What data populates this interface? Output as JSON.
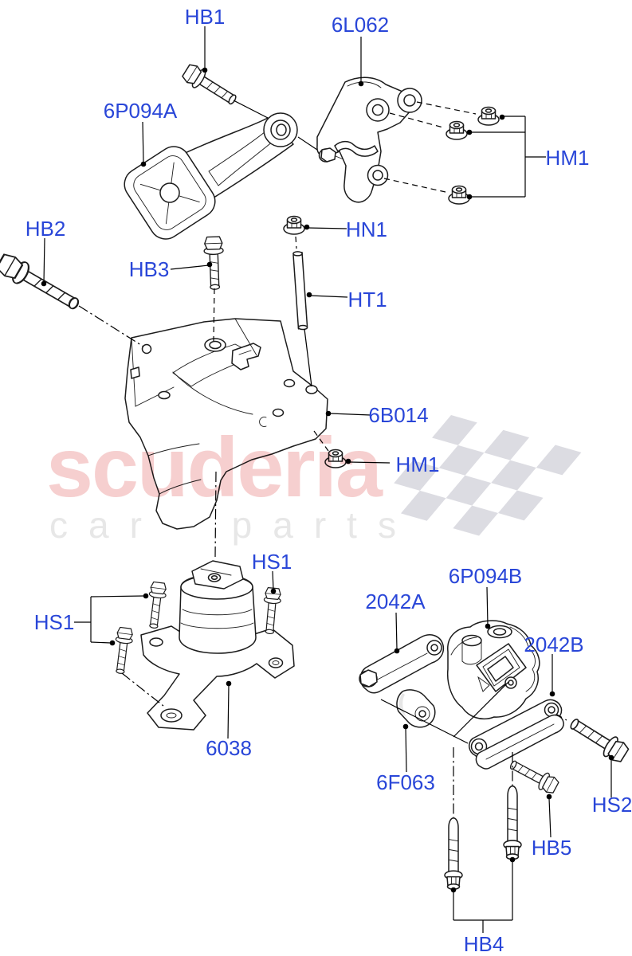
{
  "page": {
    "background": "#ffffff"
  },
  "watermark": {
    "brand": "scuderia",
    "tagline": "car parts"
  },
  "colors": {
    "label_text": "#2946d8",
    "watermark_brand_pink": "#f6cfcf",
    "watermark_tagline_gray": "#e7e7e7",
    "flag_checks_gray": "#dcdce2",
    "line_art_black": "#1c1c1c"
  },
  "labels": [
    {
      "text": "HB1"
    },
    {
      "text": "6L062"
    },
    {
      "text": "6P094A"
    },
    {
      "text": "HM1"
    },
    {
      "text": "HB2"
    },
    {
      "text": "HN1"
    },
    {
      "text": "HB3"
    },
    {
      "text": "HT1"
    },
    {
      "text": "6B014"
    },
    {
      "text": "HM1"
    },
    {
      "text": "HS1"
    },
    {
      "text": "6P094B"
    },
    {
      "text": "2042A"
    },
    {
      "text": "2042B"
    },
    {
      "text": "HS1"
    },
    {
      "text": "6038"
    },
    {
      "text": "6F063"
    },
    {
      "text": "HS2"
    },
    {
      "text": "HB5"
    },
    {
      "text": "HB4"
    }
  ]
}
